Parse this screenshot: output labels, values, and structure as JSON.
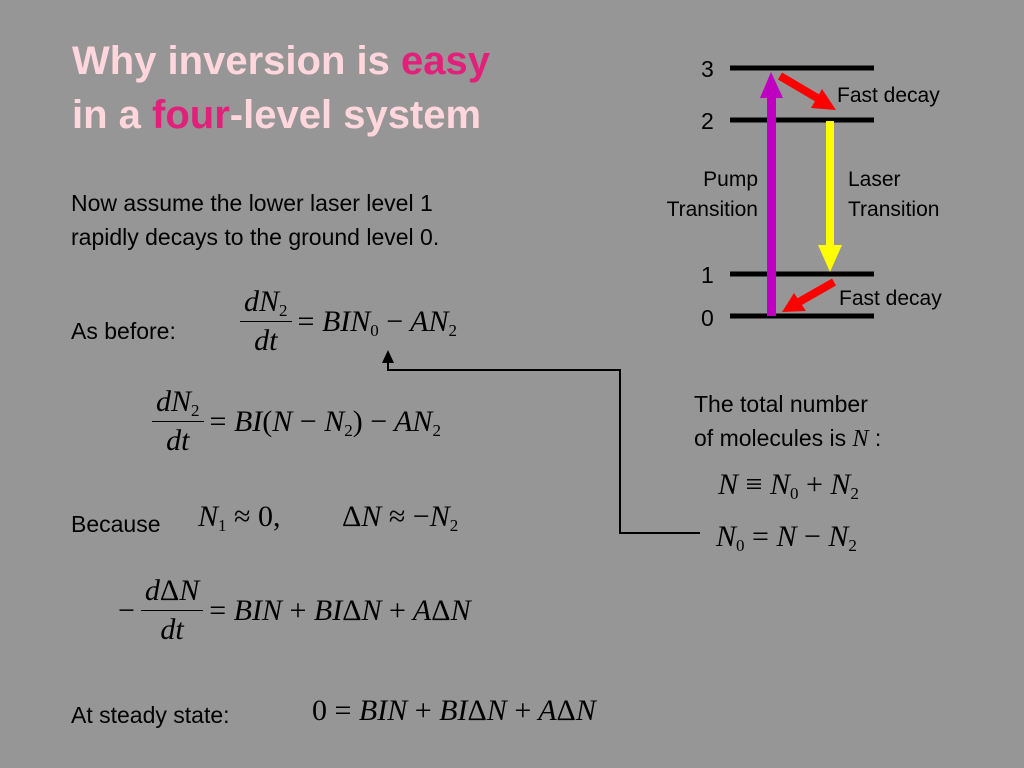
{
  "title": {
    "line1_prefix": "Why inversion is ",
    "line1_highlight": "easy",
    "line2_prefix": "in a ",
    "line2_highlight": "four",
    "line2_suffix": "-level system"
  },
  "intro": {
    "line1": "Now assume the lower laser level 1",
    "line2": "rapidly decays to the ground level 0."
  },
  "labels": {
    "as_before": "As before:",
    "because": "Because",
    "steady_state": "At steady state:"
  },
  "diagram": {
    "levels": [
      "3",
      "2",
      "1",
      "0"
    ],
    "fast_decay_top": "Fast decay",
    "fast_decay_bottom": "Fast decay",
    "pump_line1": "Pump",
    "pump_line2": "Transition",
    "laser_line1": "Laser",
    "laser_line2": "Transition",
    "colors": {
      "pump": "#c000c0",
      "laser": "#ffff00",
      "decay": "#ff0000",
      "level": "#000000"
    }
  },
  "total": {
    "line1": "The total number",
    "line2_prefix": "of molecules is ",
    "symbol": "N",
    "line2_suffix": " :"
  },
  "colors": {
    "background": "#969696",
    "title": "#ffd6dc",
    "title_highlight": "#e0207a"
  }
}
